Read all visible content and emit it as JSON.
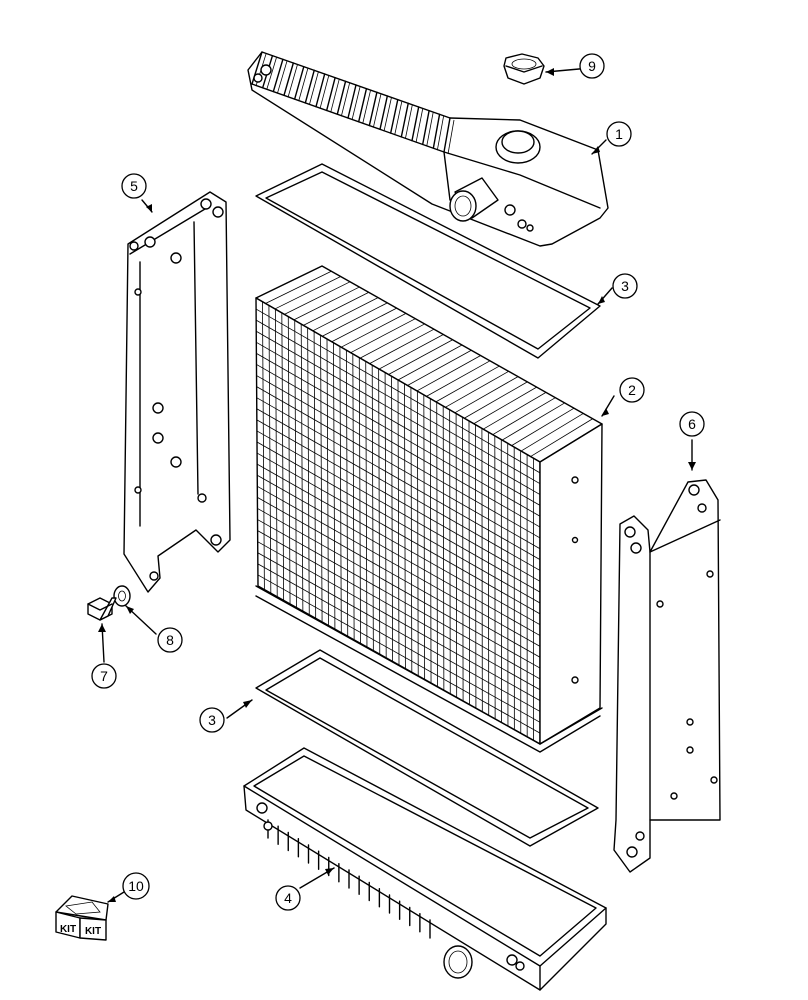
{
  "diagram": {
    "callouts": [
      {
        "id": "1",
        "label": "1"
      },
      {
        "id": "2",
        "label": "2"
      },
      {
        "id": "3a",
        "label": "3"
      },
      {
        "id": "3b",
        "label": "3"
      },
      {
        "id": "4",
        "label": "4"
      },
      {
        "id": "5",
        "label": "5"
      },
      {
        "id": "6",
        "label": "6"
      },
      {
        "id": "7",
        "label": "7"
      },
      {
        "id": "8",
        "label": "8"
      },
      {
        "id": "9",
        "label": "9"
      },
      {
        "id": "10",
        "label": "10"
      }
    ],
    "kit_labels": [
      "KIT",
      "KIT"
    ]
  }
}
